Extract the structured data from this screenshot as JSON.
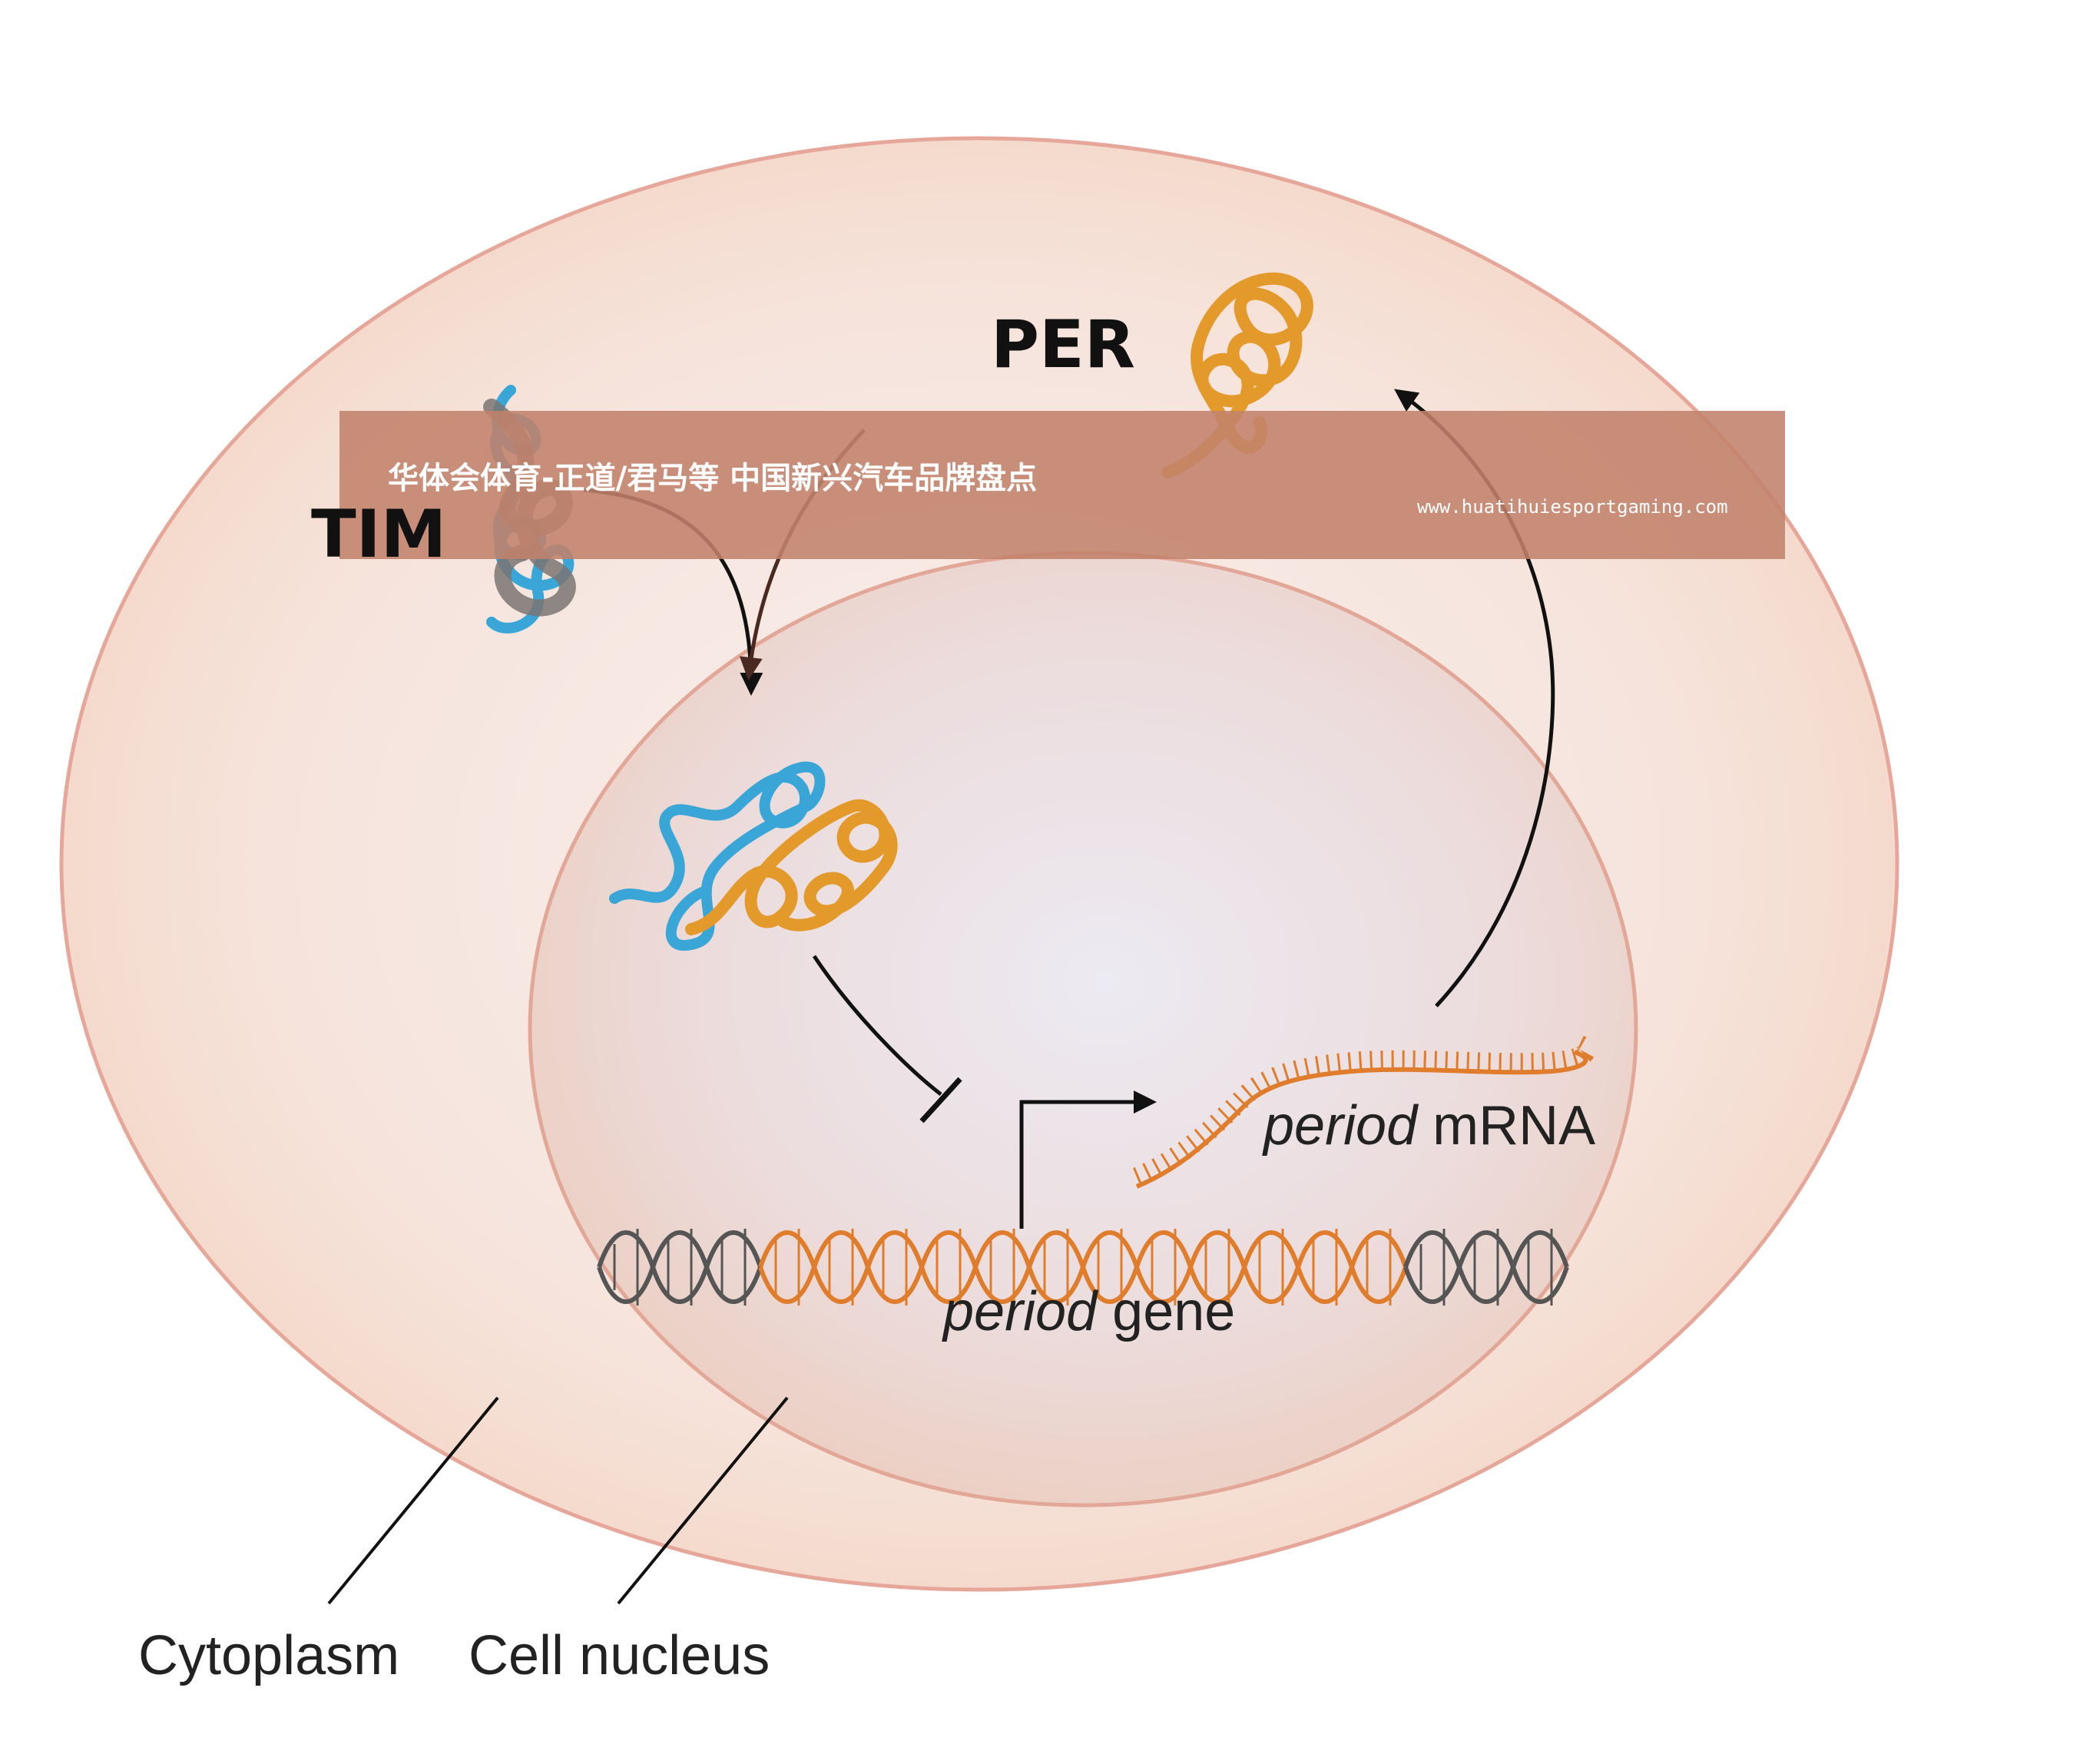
{
  "labels": {
    "per": "PER",
    "tim": "TIM",
    "period_mrna_italic": "period",
    "period_mrna_rest": " mRNA",
    "period_gene_italic": "period",
    "period_gene_rest": " gene",
    "cytoplasm": "Cytoplasm",
    "cell_nucleus": "Cell nucleus"
  },
  "banner": {
    "title": "华体会体育-正道/君马等 中国新兴汽车品牌盘点",
    "url": "www.huatihuiesportgaming.com"
  },
  "colors": {
    "cell_fill": "#f6e0d6",
    "cell_stroke": "#e6a79a",
    "nucleus_fill": "#ecd6d4",
    "per_orange": "#e39a2a",
    "tim_blue": "#3aa6d8",
    "tim_gray": "#7a7472",
    "mrna_orange": "#df7d2c",
    "dna_gray": "#555555",
    "banner": "#c2826b"
  }
}
